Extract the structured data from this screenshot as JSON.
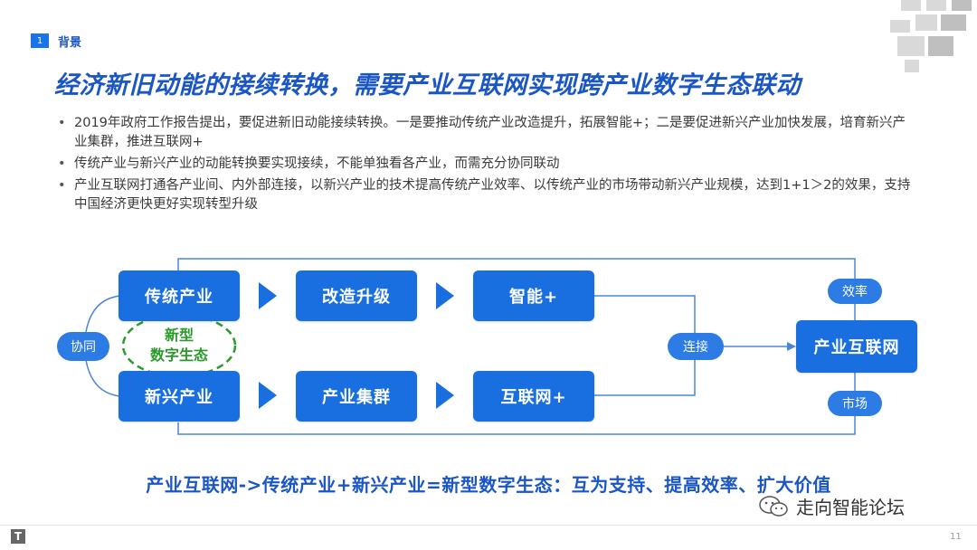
{
  "header": {
    "section_number": "1",
    "section_label": "背景"
  },
  "title": "经济新旧动能的接续转换，需要产业互联网实现跨产业数字生态联动",
  "bullets": [
    "2019年政府工作报告提出，要促进新旧动能接续转换。一是要推动传统产业改造提升，拓展智能+；二是要促进新兴产业加快发展，培育新兴产业集群，推进互联网+",
    "传统产业与新兴产业的动能转换要实现接续，不能单独看各产业，而需充分协同联动",
    "产业互联网打通各产业间、内外部连接，以新兴产业的技术提高传统产业效率、以传统产业的市场带动新兴产业规模，达到1+1＞2的效果，支持中国经济更快更好实现转型升级"
  ],
  "diagram": {
    "top_row": [
      "传统产业",
      "改造升级",
      "智能+"
    ],
    "bottom_row": [
      "新兴产业",
      "产业集群",
      "互联网+"
    ],
    "ecosystem_line1": "新型",
    "ecosystem_line2": "数字生态",
    "coordination_label": "协同",
    "connection_label": "连接",
    "target_label": "产业互联网",
    "efficiency_label": "效率",
    "market_label": "市场"
  },
  "summary": "产业互联网->传统产业+新兴产业=新型数字生态：互为支持、提高效率、扩大价值",
  "watermark": "走向智能论坛",
  "footer": {
    "logo": "T",
    "page_number": "11"
  },
  "colors": {
    "primary": "#1a6fe0",
    "title": "#1a56c4",
    "ecosystem": "#2a9a2a"
  }
}
